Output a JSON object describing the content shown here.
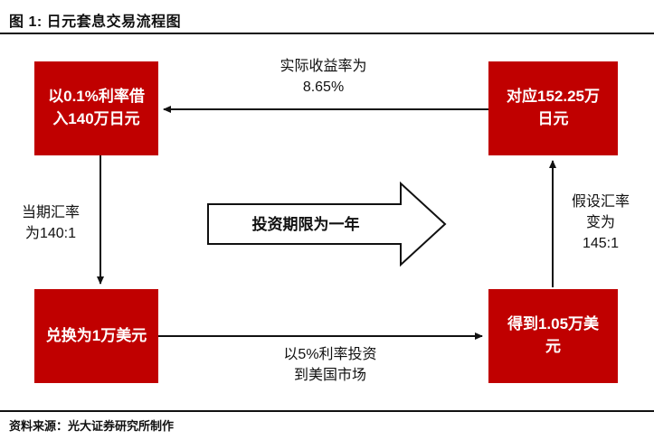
{
  "title": "图 1: 日元套息交易流程图",
  "source": "资料来源：光大证券研究所制作",
  "colors": {
    "node_red": "#C00000",
    "node_text": "#FFFFFF",
    "line_black": "#111111",
    "background": "#FFFFFF"
  },
  "boxes": {
    "top_left": "以0.1%利率借\n入140万日元",
    "top_right": "对应152.25万\n日元",
    "bottom_left": "兑换为1万美元",
    "bottom_right": "得到1.05万美\n元"
  },
  "labels": {
    "actual_return": "实际收益率为\n8.65%",
    "current_rate": "当期汇率\n为140:1",
    "assumed_rate": "假设汇率\n变为\n145:1",
    "invest_us": "以5%利率投资\n到美国市场",
    "investment_period": "投资期限为一年"
  },
  "flow": {
    "step_1": "以0.1%利率借入140万日元",
    "step_2": "兑换为1万美元 (当期汇率为140:1)",
    "step_3": "以5%利率投资到美国市场，得到1.05万美元",
    "step_4": "假设汇率变为145:1，对应152.25万日元",
    "result": "实际收益率为8.65%，投资期限为一年"
  }
}
